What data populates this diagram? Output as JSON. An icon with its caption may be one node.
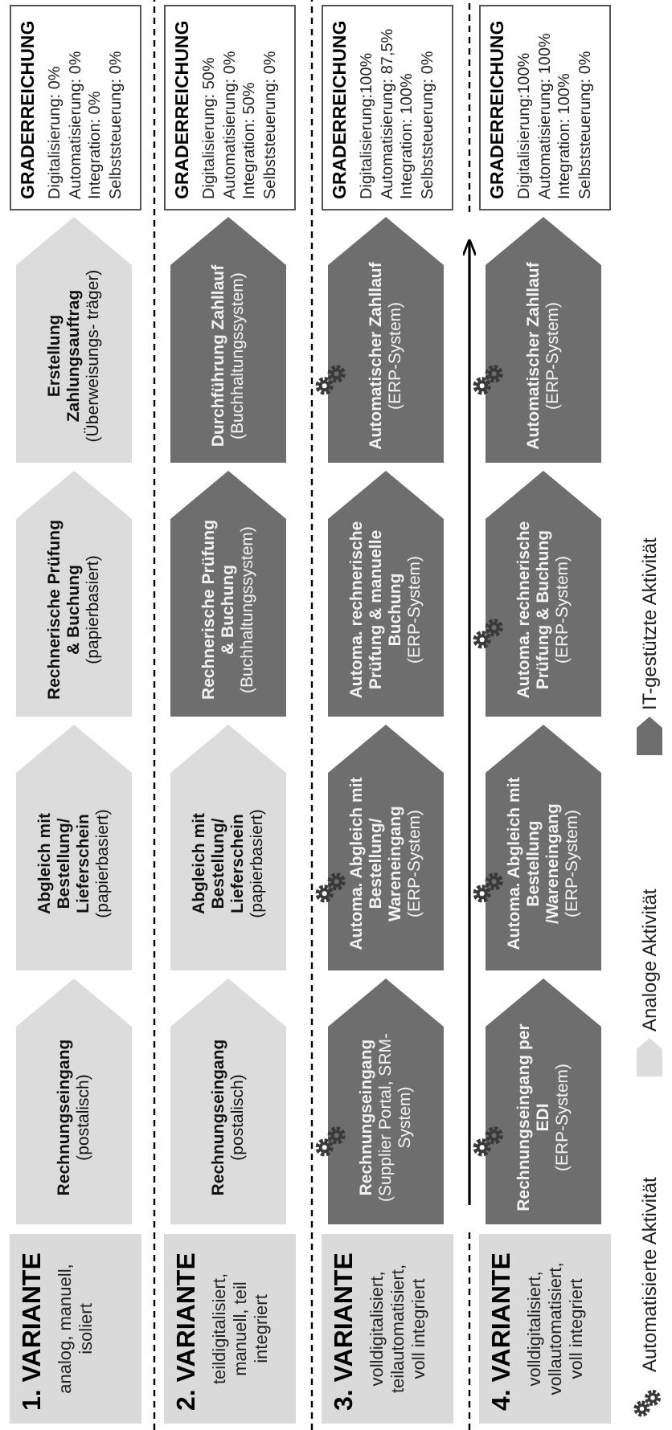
{
  "diagram": {
    "nodes": [
      {
        "text": [
          "1. VARIANTE",
          "analog, manuell, isoliert"
        ]
      },
      {
        "text": [
          "Rechnungseingang",
          "(postalisch)"
        ]
      },
      {
        "text": [
          "Abgleich mit Bestellung/ Lieferschein",
          "(papierbasiert)"
        ]
      },
      {
        "text": [
          "Rechnerische Prüfung & Buchung",
          "(papierbasiert)"
        ]
      },
      {
        "text": [
          "Erstellung Zahlungsauftrag",
          "(Überweisungs- träger)"
        ]
      },
      {
        "text": [
          "GRADERREICHUNG",
          "Digitalisierung: 0%",
          "Automatisierung: 0%",
          "Integration: 0%",
          "Selbststeuerung: 0%"
        ]
      },
      {
        "text": [
          "2. VARIANTE",
          "teildigitalisiert, manuell, teil integriert"
        ]
      },
      {
        "text": [
          "Rechnungseingang",
          "(postalisch)"
        ]
      },
      {
        "text": [
          "Abgleich mit Bestellung/ Lieferschein",
          "(papierbasiert)"
        ]
      },
      {
        "text": [
          "Rechnerische Prüfung & Buchung",
          "(Buchhaltungssystem)"
        ]
      },
      {
        "text": [
          "Durchführung Zahllauf",
          "(Buchhaltungssystem)"
        ]
      },
      {
        "text": [
          "GRADERREICHUNG",
          "Digitalisierung: 50%",
          "Automatisierung: 0%",
          "Integration: 50%",
          "Selbststeuerung: 0%"
        ]
      },
      {
        "text": [
          "3. VARIANTE",
          "volldigitalisiert, teilautomatisiert, voll integriert"
        ]
      },
      {
        "text": [
          "Rechnungseingang",
          "(Supplier Portal, SRM-System)"
        ]
      },
      {
        "text": [
          "Automa. Abgleich mit Bestellung/ Wareneingang",
          "(ERP-System)"
        ]
      },
      {
        "text": [
          "Automa. rechnerische Prüfung & manuelle Buchung",
          "(ERP-System)"
        ]
      },
      {
        "text": [
          "Automatischer Zahllauf",
          "(ERP-System)"
        ]
      },
      {
        "text": [
          "GRADERREICHUNG",
          "Digitalisierung:100%",
          "Automatisierung: 87,5%",
          "Integration: 100%",
          "Selbststeuerung: 0%"
        ]
      },
      {
        "text": [
          "4. VARIANTE",
          "volldigitalisiert, vollautomatisiert, voll integriert"
        ]
      },
      {
        "text": [
          "Rechnungseingang per EDI",
          "(ERP-System)"
        ]
      },
      {
        "text": [
          "Automa. Abgleich mit Bestellung /Wareneingang",
          "(ERP-System)"
        ]
      },
      {
        "text": [
          "Automa. rechnerische Prüfung & Buchung",
          "(ERP-System)"
        ]
      },
      {
        "text": [
          "Automatischer Zahllauf",
          "(ERP-System)"
        ]
      },
      {
        "text": [
          "GRADERREICHUNG",
          "Digitalisierung:100%",
          "Automatisierung: 100%",
          "Integration: 100%",
          "Selbststeuerung: 0%"
        ]
      }
    ],
    "legend": [
      {
        "text": "Automatisierte Aktivität"
      },
      {
        "text": "Analoge Aktivität"
      },
      {
        "text": "IT-gestützte Aktivität"
      }
    ]
  }
}
